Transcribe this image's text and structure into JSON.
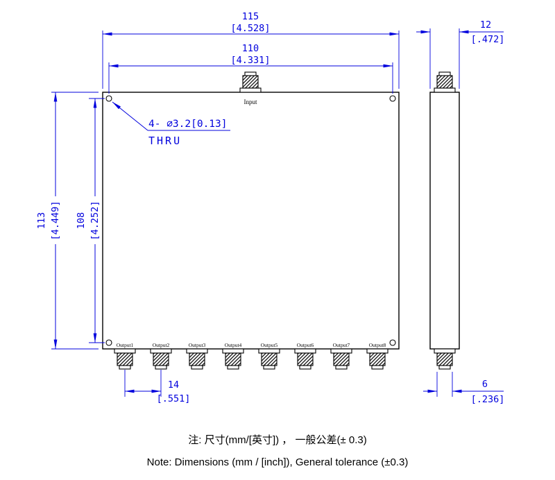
{
  "colors": {
    "dimension_blue": "#0000dd",
    "outline_black": "#000000",
    "background": "#ffffff"
  },
  "front_view": {
    "input_label": "Input",
    "output_labels": [
      "Output1",
      "Output2",
      "Output3",
      "Output4",
      "Output5",
      "Output6",
      "Output7",
      "Output8"
    ],
    "hole_callout": {
      "line1": "4- ⌀3.2[0.13]",
      "line2": "THRU"
    },
    "dims": {
      "overall_width": {
        "mm": "115",
        "inch": "[4.528]"
      },
      "hole_spacing_width": {
        "mm": "110",
        "inch": "[4.331]"
      },
      "overall_height": {
        "mm": "113",
        "inch": "[4.449]"
      },
      "hole_spacing_height": {
        "mm": "108",
        "inch": "[4.252]"
      },
      "output_pitch": {
        "mm": "14",
        "inch": "[.551]"
      }
    }
  },
  "side_view": {
    "dims": {
      "depth": {
        "mm": "12",
        "inch": "[.472]"
      },
      "connector_width": {
        "mm": "6",
        "inch": "[.236]"
      }
    }
  },
  "notes": {
    "chinese": "注: 尺寸(mm/[英寸]) ， 一般公差(± 0.3)",
    "english": "Note: Dimensions (mm / [inch]), General tolerance (±0.3)"
  }
}
